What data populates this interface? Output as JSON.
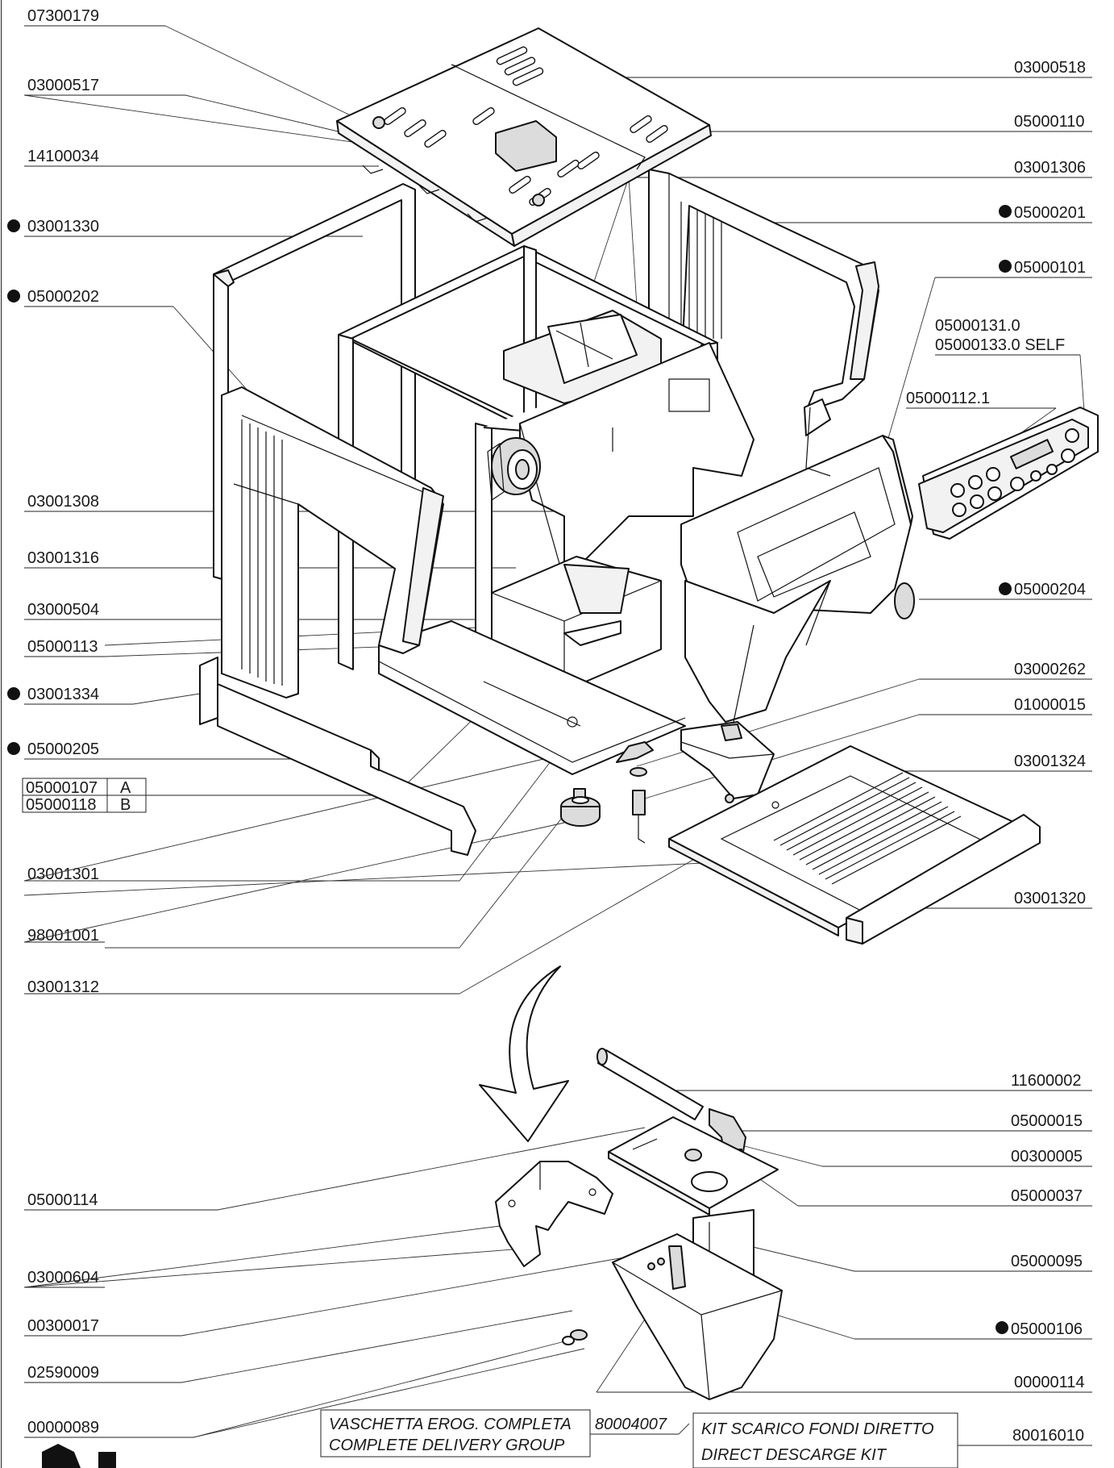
{
  "parts": [
    {
      "code": "07300179",
      "bullet": false
    },
    {
      "code": "03000517",
      "bullet": false
    },
    {
      "code": "14100034",
      "bullet": false
    },
    {
      "code": "03001330",
      "bullet": true
    },
    {
      "code": "05000202",
      "bullet": true
    },
    {
      "code": "03001308",
      "bullet": false
    },
    {
      "code": "03001316",
      "bullet": false
    },
    {
      "code": "03000504",
      "bullet": false
    },
    {
      "code": "05000113",
      "bullet": false
    },
    {
      "code": "03001334",
      "bullet": true
    },
    {
      "code": "05000205",
      "bullet": true
    },
    {
      "code": "03001301",
      "bullet": false
    },
    {
      "code": "98001001",
      "bullet": false
    },
    {
      "code": "03001312",
      "bullet": false
    },
    {
      "code": "03000518",
      "bullet": false
    },
    {
      "code": "05000110",
      "bullet": false
    },
    {
      "code": "03001306",
      "bullet": false
    },
    {
      "code": "05000201",
      "bullet": true
    },
    {
      "code": "05000101",
      "bullet": true
    },
    {
      "code": "05000131.0",
      "bullet": false
    },
    {
      "code": "05000133.0 SELF",
      "bullet": false
    },
    {
      "code": "05000112.1",
      "bullet": false
    },
    {
      "code": "05000204",
      "bullet": true
    },
    {
      "code": "03000262",
      "bullet": false
    },
    {
      "code": "01000015",
      "bullet": false
    },
    {
      "code": "03001324",
      "bullet": false
    },
    {
      "code": "03001320",
      "bullet": false
    },
    {
      "code": "11600002",
      "bullet": false
    },
    {
      "code": "05000015",
      "bullet": false
    },
    {
      "code": "00300005",
      "bullet": false
    },
    {
      "code": "05000037",
      "bullet": false
    },
    {
      "code": "05000095",
      "bullet": false
    },
    {
      "code": "05000106",
      "bullet": true
    },
    {
      "code": "00000114",
      "bullet": false
    },
    {
      "code": "80016010",
      "bullet": false
    },
    {
      "code": "05000114",
      "bullet": false
    },
    {
      "code": "03000604",
      "bullet": false
    },
    {
      "code": "00300017",
      "bullet": false
    },
    {
      "code": "02590009",
      "bullet": false
    },
    {
      "code": "00000089",
      "bullet": false
    }
  ],
  "variant_table": {
    "rows": [
      {
        "code": "05000107",
        "variant": "A"
      },
      {
        "code": "05000118",
        "variant": "B"
      }
    ]
  },
  "delivery_group": {
    "line1": "VASCHETTA EROG. COMPLETA",
    "line2": "COMPLETE DELIVERY GROUP",
    "code": "80004007"
  },
  "discharge_kit": {
    "line1": "KIT SCARICO FONDI DIRETTO",
    "line2": "DIRECT DESCARGE KIT"
  },
  "colors": {
    "ink": "#111111",
    "leader": "#333333",
    "paper": "#ffffff"
  }
}
